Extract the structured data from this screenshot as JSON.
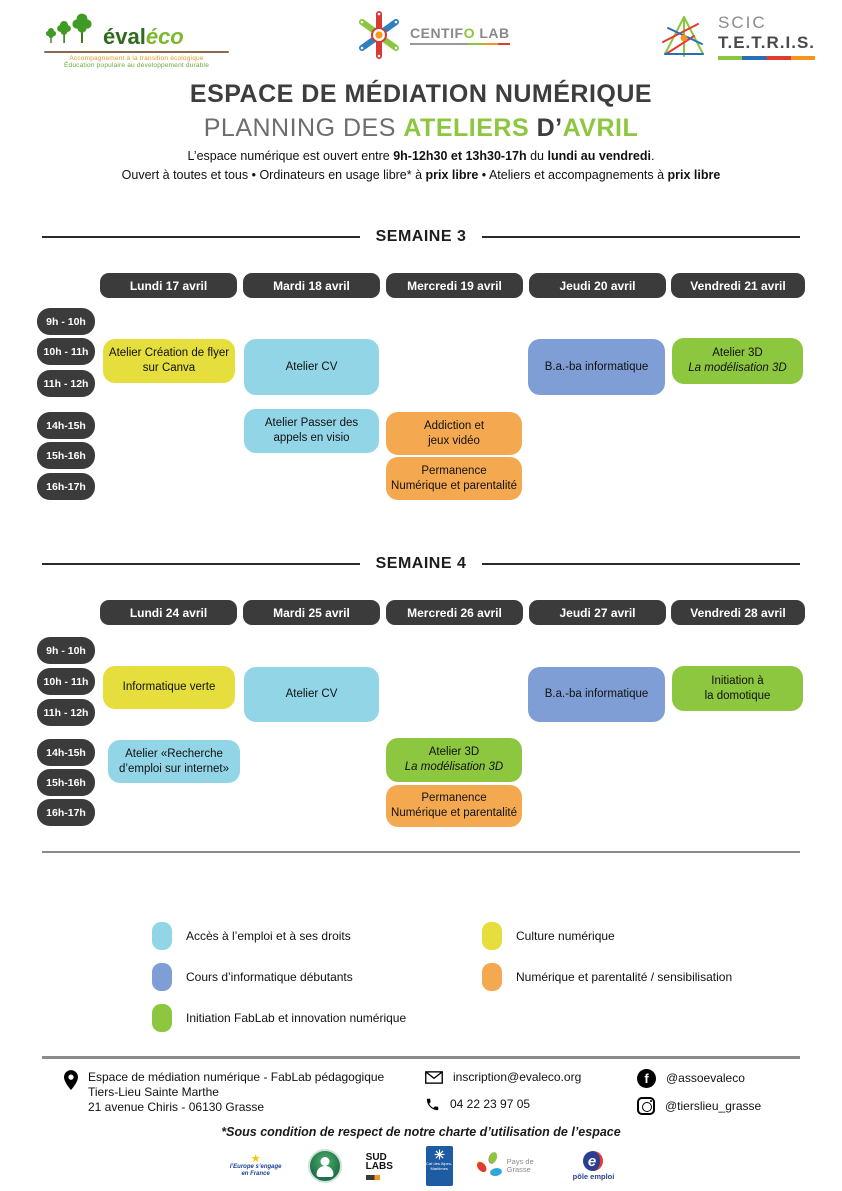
{
  "logos": {
    "evaleco": {
      "name_bold": "éval",
      "name_light": "éco",
      "tagline1": "Accompagnement à la transition écologique",
      "tagline2": "Éducation populaire au développement durable"
    },
    "centifolab": {
      "part1": "CENTIF",
      "part2": "O",
      "part3": " LAB"
    },
    "tetris": {
      "line1": "SCIC",
      "line2": "T.E.T.R.I.S."
    }
  },
  "title": {
    "line1": "ESPACE DE MÉDIATION NUMÉRIQUE",
    "line2_gray": "PLANNING DES ",
    "line2_green1": "ATELIERS",
    "line2_dark": " D’",
    "line2_green2": "AVRIL"
  },
  "intro": {
    "line1_normal1": "L’espace numérique est ouvert entre ",
    "line1_bold1": "9h-12h30 et 13h30-17h",
    "line1_normal2": " du ",
    "line1_bold2": "lundi au vendredi",
    "line1_normal3": ".",
    "line2_normal1": "Ouvert à toutes et tous • Ordinateurs en usage libre* à ",
    "line2_bold1": "prix libre",
    "line2_normal2": " • Ateliers et accompagnements à ",
    "line2_bold2": "prix libre"
  },
  "colors": {
    "accent_green": "#8dc63f",
    "pill_dark": "#3b3b3b",
    "cat_acces_emploi": "#92d5e7",
    "cat_informatique_debutants": "#7f9ed5",
    "cat_fablab": "#8dc63f",
    "cat_culture_numerique": "#e5de3c",
    "cat_parentalite": "#f4a950"
  },
  "week3": {
    "label": "SEMAINE 3",
    "days": [
      "Lundi 17 avril",
      "Mardi 18 avril",
      "Mercredi 19 avril",
      "Jeudi 20 avril",
      "Vendredi 21 avril"
    ],
    "times": [
      "9h - 10h",
      "10h - 11h",
      "11h - 12h",
      "14h-15h",
      "15h-16h",
      "16h-17h"
    ],
    "events": [
      {
        "line1": "Atelier Création de flyer",
        "line2": "sur Canva",
        "day": "Lundi 17 avril",
        "time": "10h - 12h",
        "category": "Culture numérique"
      },
      {
        "line1": "Atelier CV",
        "line2": "",
        "day": "Mardi 18 avril",
        "time": "10h - 12h",
        "category": "Accès à l’emploi et à ses droits"
      },
      {
        "line1": "B.a.-ba informatique",
        "line2": "",
        "day": "Jeudi 20 avril",
        "time": "10h - 12h",
        "category": "Cours d’informatique débutants"
      },
      {
        "line1": "Atelier 3D",
        "line2": "La modélisation 3D",
        "day": "Vendredi 21 avril",
        "time": "10h - 12h",
        "category": "Initiation FabLab et innovation numérique"
      },
      {
        "line1": "Atelier Passer des",
        "line2": "appels en visio",
        "day": "Mardi 18 avril",
        "time": "14h - 15h",
        "category": "Accès à l’emploi et à ses droits"
      },
      {
        "line1": "Addiction et",
        "line2": "jeux vidéo",
        "day": "Mercredi 19 avril",
        "time": "14h - 15h",
        "category": "Numérique et parentalité / sensibilisation"
      },
      {
        "line1": "Permanence",
        "line2": "Numérique et parentalité",
        "day": "Mercredi 19 avril",
        "time": "15h - 16h",
        "category": "Numérique et parentalité / sensibilisation"
      }
    ]
  },
  "week4": {
    "label": "SEMAINE 4",
    "days": [
      "Lundi 24 avril",
      "Mardi 25 avril",
      "Mercredi 26 avril",
      "Jeudi 27 avril",
      "Vendredi 28 avril"
    ],
    "times": [
      "9h - 10h",
      "10h - 11h",
      "11h - 12h",
      "14h-15h",
      "15h-16h",
      "16h-17h"
    ],
    "events": [
      {
        "line1": "Informatique verte",
        "line2": "",
        "day": "Lundi 24 avril",
        "time": "10h - 12h",
        "category": "Culture numérique"
      },
      {
        "line1": "Atelier CV",
        "line2": "",
        "day": "Mardi 25 avril",
        "time": "10h - 12h",
        "category": "Accès à l’emploi et à ses droits"
      },
      {
        "line1": "B.a.-ba informatique",
        "line2": "",
        "day": "Jeudi 27 avril",
        "time": "10h - 12h",
        "category": "Cours d’informatique débutants"
      },
      {
        "line1": "Initiation à",
        "line2": "la domotique",
        "day": "Vendredi 28 avril",
        "time": "10h - 12h",
        "category": "Initiation FabLab et innovation numérique"
      },
      {
        "line1": "Atelier «Recherche",
        "line2": "d’emploi sur internet»",
        "day": "Lundi 24 avril",
        "time": "14h - 15h",
        "category": "Accès à l’emploi et à ses droits"
      },
      {
        "line1": "Atelier 3D",
        "line2": "La modélisation 3D",
        "day": "Mercredi 26 avril",
        "time": "14h - 15h",
        "category": "Initiation FabLab et innovation numérique"
      },
      {
        "line1": "Permanence",
        "line2": "Numérique et parentalité",
        "day": "Mercredi 26 avril",
        "time": "15h - 16h",
        "category": "Numérique et parentalité / sensibilisation"
      }
    ]
  },
  "legend": [
    {
      "label": "Accès à l’emploi et à ses droits",
      "color": "#92d5e7"
    },
    {
      "label": "Cours d’informatique débutants",
      "color": "#7f9ed5"
    },
    {
      "label": "Initiation FabLab et innovation numérique",
      "color": "#8dc63f"
    },
    {
      "label": "Culture numérique",
      "color": "#e5de3c"
    },
    {
      "label": "Numérique et parentalité / sensibilisation",
      "color": "#f4a950"
    }
  ],
  "footer": {
    "address_line1": "Espace de médiation numérique - FabLab pédagogique",
    "address_line2": "Tiers-Lieu Sainte Marthe",
    "address_line3": "21 avenue Chiris - 06130 Grasse",
    "email": "inscription@evaleco.org",
    "phone": "04 22 23 97 05",
    "facebook": "@assoevaleco",
    "instagram": "@tierslieu_grasse",
    "footnote": "*Sous condition de respect de notre charte d’utilisation de l’espace",
    "partners": [
      {
        "label": "l’Europe s’engage en France"
      },
      {
        "label": ""
      },
      {
        "label": "SUD LABS"
      },
      {
        "label": "Caf des Alpes-Maritimes"
      },
      {
        "label": "Pays de Grasse"
      },
      {
        "label": "pôle emploi"
      }
    ]
  },
  "icons": {
    "facebook_glyph": "f",
    "pole_emploi_glyph": "e"
  }
}
